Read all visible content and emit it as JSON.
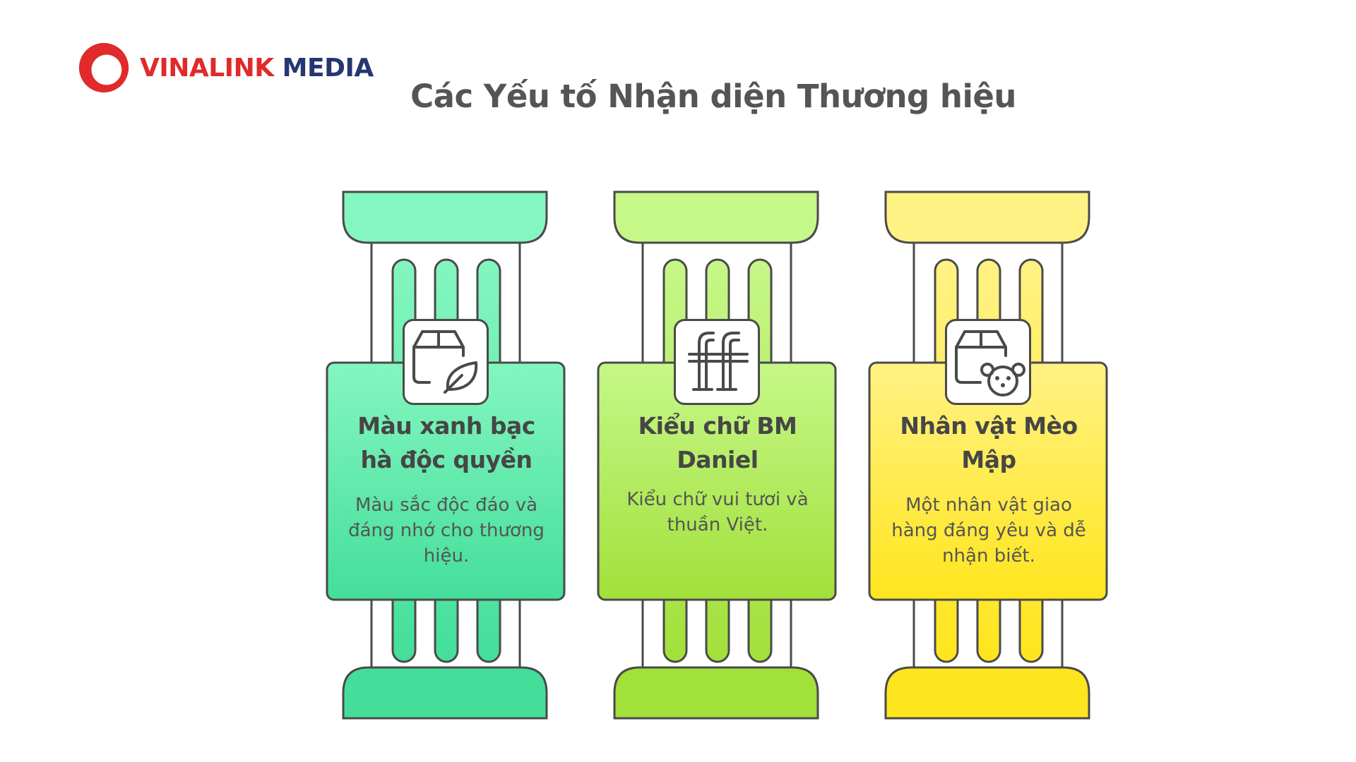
{
  "logo": {
    "word1": "VINALINK",
    "word2": "MEDIA",
    "mark_color": "#e02a2b",
    "word1_color": "#e02a2b",
    "word2_color": "#263672"
  },
  "title": "Các Yếu tố Nhận diện Thương hiệu",
  "pillars": [
    {
      "title": "Màu xanh bạc hà độc quyền",
      "description": "Màu sắc độc đáo và đáng nhớ cho thương hiệu.",
      "icon": "box-leaf-icon",
      "color_top": "#84f6c0",
      "color_bottom": "#44de9a"
    },
    {
      "title": "Kiểu chữ BM Daniel",
      "description": "Kiểu chữ vui tươi và thuần Việt.",
      "icon": "font-ff-icon",
      "color_top": "#c6f789",
      "color_bottom": "#a2e03a"
    },
    {
      "title": "Nhân vật Mèo Mập",
      "description": "Một nhân vật giao hàng đáng yêu và dễ nhận biết.",
      "icon": "box-mascot-icon",
      "color_top": "#fff285",
      "color_bottom": "#ffe51d"
    }
  ]
}
